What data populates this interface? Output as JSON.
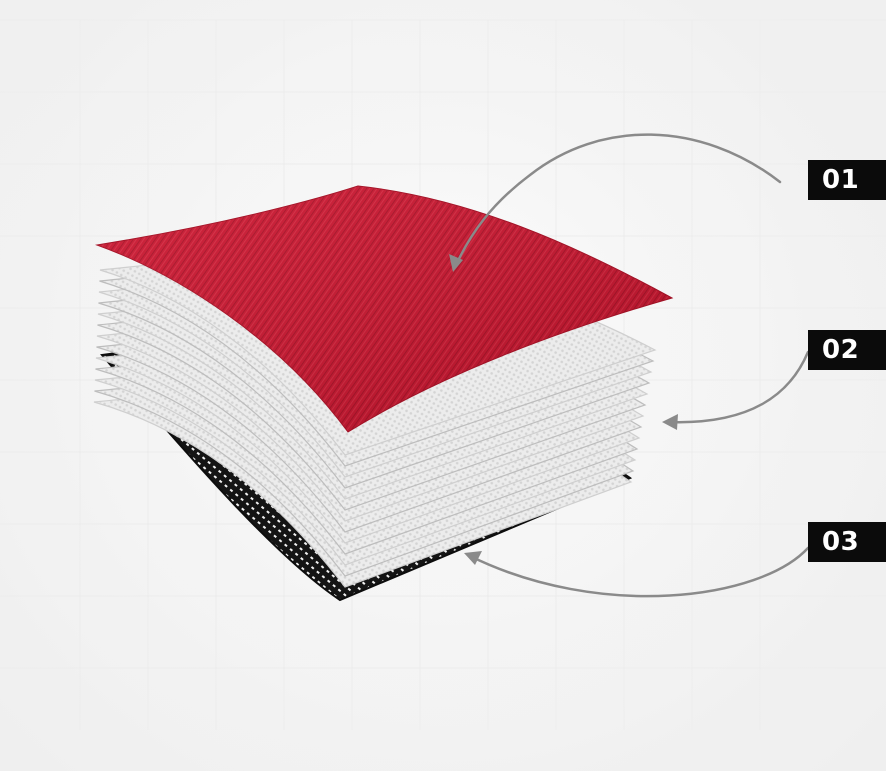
{
  "labels": [
    {
      "id": "01",
      "text": "01"
    },
    {
      "id": "02",
      "text": "02"
    },
    {
      "id": "03",
      "text": "03"
    }
  ],
  "colors": {
    "top_layer": "#c8112b",
    "middle_layers": "#e8e8e8",
    "bottom_layer": "#161616",
    "arrow": "#8a8a8a",
    "label_bg": "#0b0b0b",
    "label_text": "#ffffff",
    "grid": "#d9d9d9"
  }
}
